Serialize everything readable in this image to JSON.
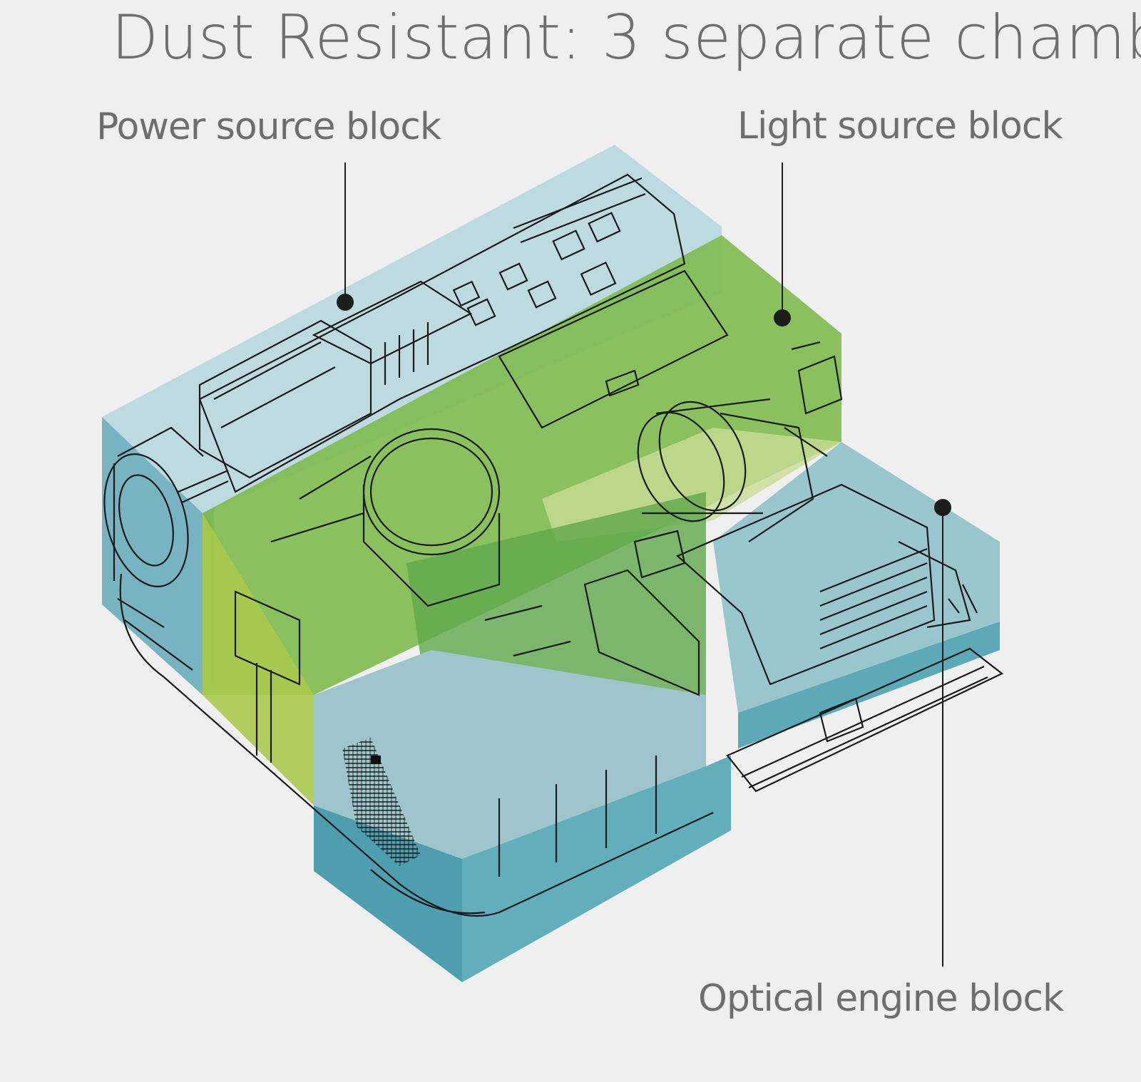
{
  "title": "Dust Resistant: 3 separate chamb",
  "labels": {
    "power": "Power source block",
    "light": "Light source block",
    "optical": "Optical engine block"
  },
  "colors": {
    "background": "#eeefee",
    "power_block": "#9fc8d2",
    "light_block": "#7db646",
    "optical_block": "#5aa7b5",
    "text": "#6e6e6e"
  }
}
